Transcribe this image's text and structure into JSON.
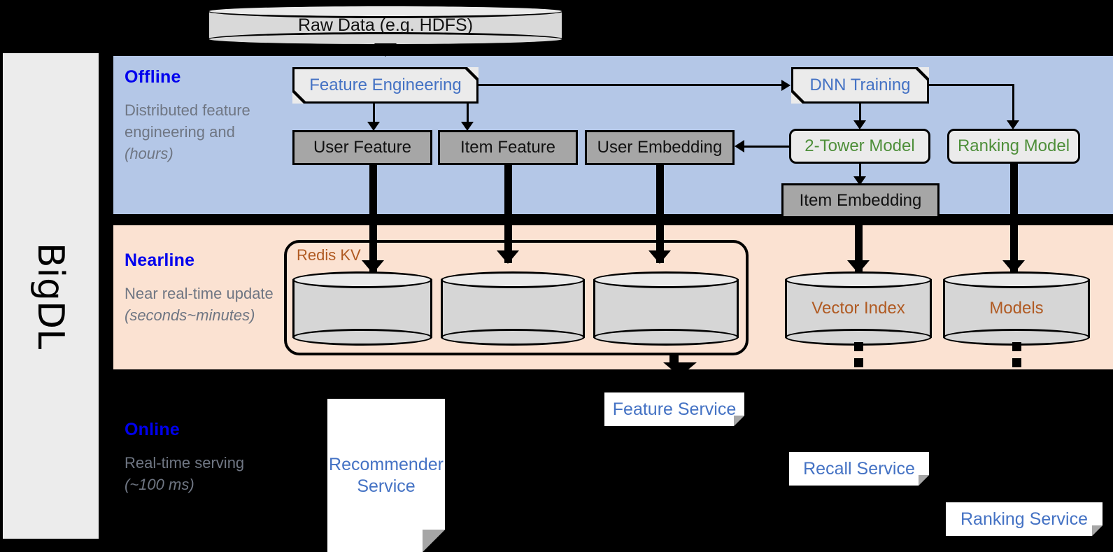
{
  "sidebar": {
    "label": "BigDL"
  },
  "source": {
    "label": "Raw Data (e.g. HDFS)",
    "icon": "cylinder-icon"
  },
  "bands": [
    {
      "id": "offline",
      "title": "Offline",
      "description": "Distributed feature engineering and ",
      "description_italic": "(hours)",
      "color": "#b4c7e7"
    },
    {
      "id": "nearline",
      "title": "Nearline",
      "description": "Near real-time update ",
      "description_italic": "(seconds~minutes)",
      "color": "#fbe2d2"
    },
    {
      "id": "online",
      "title": "Online",
      "description": "Real-time serving ",
      "description_italic": "(~100 ms)",
      "color": "#000000"
    }
  ],
  "offline": {
    "feature_engineering": {
      "label": "Feature Engineering",
      "color": "#4472c4"
    },
    "dnn_training": {
      "label": "DNN Training",
      "color": "#4472c4"
    },
    "two_tower_model": {
      "label": "2-Tower Model",
      "color": "#4e8f3a"
    },
    "ranking_model": {
      "label": "Ranking Model",
      "color": "#4e8f3a"
    },
    "user_feature": {
      "label": "User Feature"
    },
    "item_feature": {
      "label": "Item Feature"
    },
    "user_embedding": {
      "label": "User Embedding"
    },
    "item_embedding": {
      "label": "Item Embedding"
    }
  },
  "nearline": {
    "redis_kv": {
      "label": "Redis KV",
      "color": "#b05a22"
    },
    "stores": [
      {
        "label": ""
      },
      {
        "label": ""
      },
      {
        "label": ""
      }
    ],
    "vector_index": {
      "label": "Vector Index",
      "color": "#b05a22"
    },
    "models": {
      "label": "Models",
      "color": "#b05a22"
    }
  },
  "online": {
    "recommender_service": {
      "label": "Recommender Service",
      "color": "#4472c4"
    },
    "feature_service": {
      "label": "Feature Service",
      "color": "#4472c4"
    },
    "recall_service": {
      "label": "Recall Service",
      "color": "#4472c4"
    },
    "ranking_service": {
      "label": "Ranking Service",
      "color": "#4472c4"
    }
  }
}
